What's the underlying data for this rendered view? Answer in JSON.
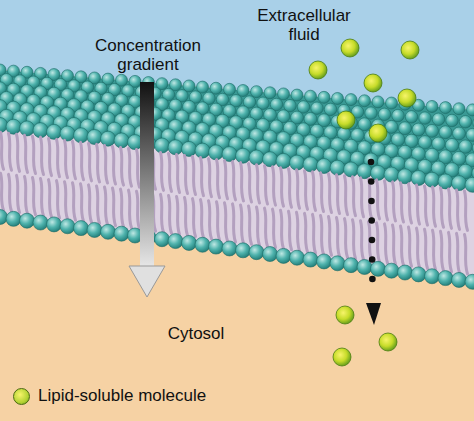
{
  "diagram": {
    "labels": [
      "Concentration gradient",
      "Extracellular fluid",
      "Cytosol"
    ],
    "legend": [
      {
        "text": "Lipid-soluble molecule",
        "color": "#b5d334"
      }
    ]
  }
}
